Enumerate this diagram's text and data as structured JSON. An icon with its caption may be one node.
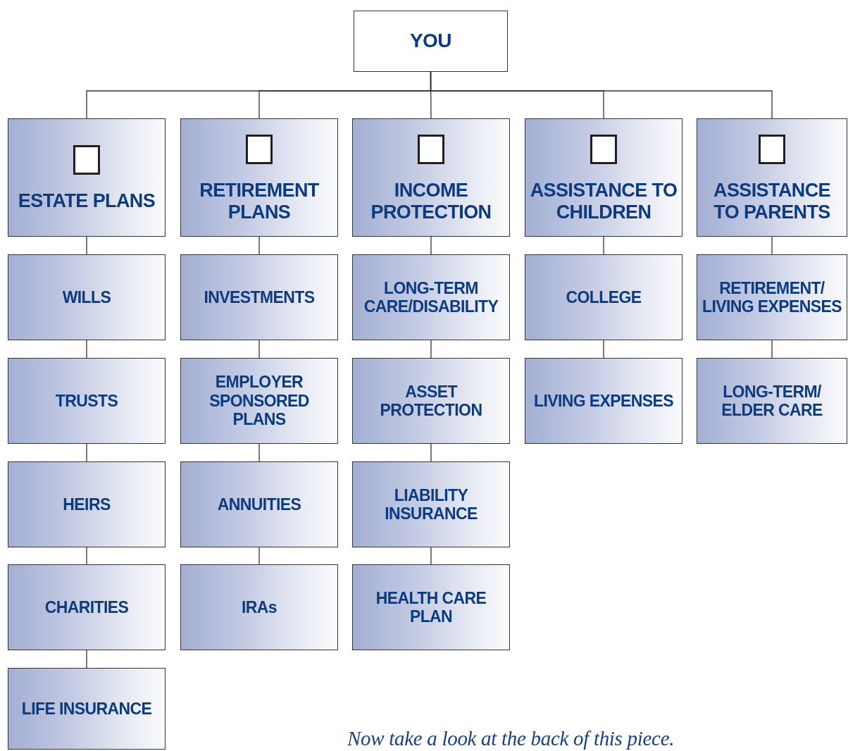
{
  "diagram": {
    "caption": "Now take a look at the back of this piece.",
    "nodes": [
      {
        "text": [
          "YOU"
        ]
      },
      {
        "text": [
          "ESTATE PLANS"
        ]
      },
      {
        "text": [
          "RETIREMENT PLANS"
        ]
      },
      {
        "text": [
          "INCOME PROTECTION"
        ]
      },
      {
        "text": [
          "ASSISTANCE TO CHILDREN"
        ]
      },
      {
        "text": [
          "ASSISTANCE TO PARENTS"
        ]
      },
      {
        "text": [
          "WILLS"
        ]
      },
      {
        "text": [
          "INVESTMENTS"
        ]
      },
      {
        "text": [
          "LONG-TERM CARE/DISABILITY"
        ]
      },
      {
        "text": [
          "COLLEGE"
        ]
      },
      {
        "text": [
          "RETIREMENT/ LIVING EXPENSES"
        ]
      },
      {
        "text": [
          "TRUSTS"
        ]
      },
      {
        "text": [
          "EMPLOYER SPONSORED PLANS"
        ]
      },
      {
        "text": [
          "ASSET PROTECTION"
        ]
      },
      {
        "text": [
          "LIVING EXPENSES"
        ]
      },
      {
        "text": [
          "LONG-TERM/ ELDER CARE"
        ]
      },
      {
        "text": [
          "HEIRS"
        ]
      },
      {
        "text": [
          "ANNUITIES"
        ]
      },
      {
        "text": [
          "LIABILITY INSURANCE"
        ]
      },
      {
        "text": [
          "CHARITIES"
        ]
      },
      {
        "text": [
          "IRAs"
        ]
      },
      {
        "text": [
          "HEALTH CARE PLAN"
        ]
      },
      {
        "text": [
          "LIFE INSURANCE"
        ]
      }
    ],
    "edges": [
      {
        "from": 0,
        "to": 1,
        "arrow": "none"
      },
      {
        "from": 0,
        "to": 2,
        "arrow": "none"
      },
      {
        "from": 0,
        "to": 3,
        "arrow": "none"
      },
      {
        "from": 0,
        "to": 4,
        "arrow": "none"
      },
      {
        "from": 0,
        "to": 5,
        "arrow": "none"
      },
      {
        "from": 1,
        "to": 6,
        "arrow": "none"
      },
      {
        "from": 6,
        "to": 11,
        "arrow": "none"
      },
      {
        "from": 11,
        "to": 16,
        "arrow": "none"
      },
      {
        "from": 16,
        "to": 19,
        "arrow": "none"
      },
      {
        "from": 19,
        "to": 22,
        "arrow": "none"
      },
      {
        "from": 2,
        "to": 7,
        "arrow": "none"
      },
      {
        "from": 7,
        "to": 12,
        "arrow": "none"
      },
      {
        "from": 12,
        "to": 17,
        "arrow": "none"
      },
      {
        "from": 17,
        "to": 20,
        "arrow": "none"
      },
      {
        "from": 3,
        "to": 8,
        "arrow": "none"
      },
      {
        "from": 8,
        "to": 13,
        "arrow": "none"
      },
      {
        "from": 13,
        "to": 18,
        "arrow": "none"
      },
      {
        "from": 18,
        "to": 21,
        "arrow": "none"
      },
      {
        "from": 4,
        "to": 9,
        "arrow": "none"
      },
      {
        "from": 9,
        "to": 14,
        "arrow": "none"
      },
      {
        "from": 5,
        "to": 10,
        "arrow": "none"
      },
      {
        "from": 10,
        "to": 15,
        "arrow": "none"
      }
    ]
  }
}
